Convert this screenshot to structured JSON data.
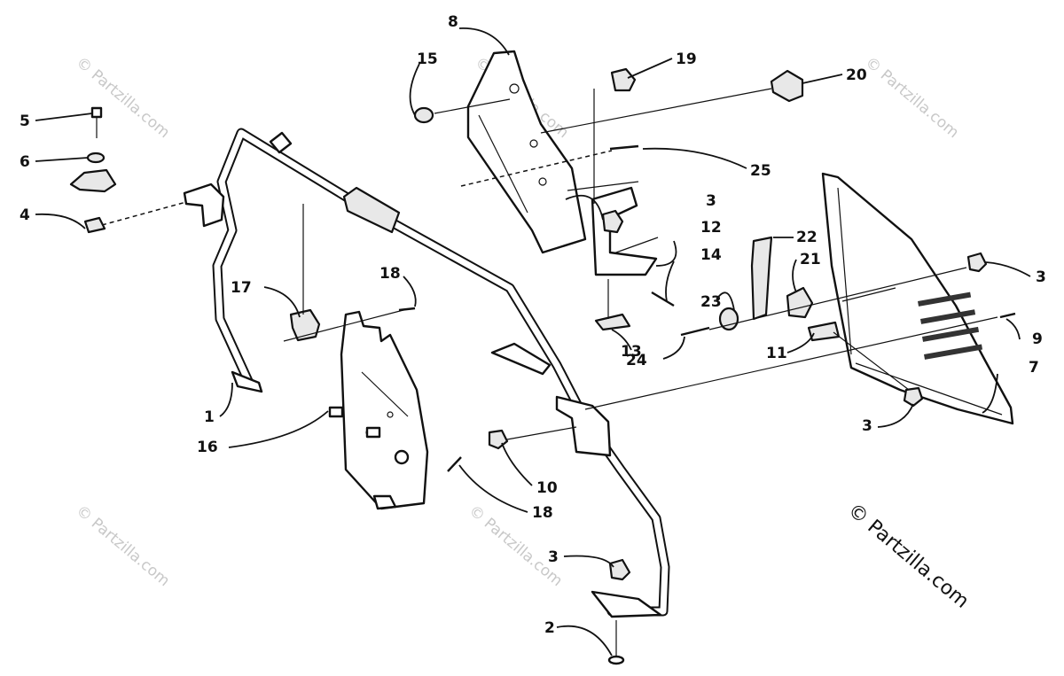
{
  "watermark": {
    "small_text": "© Partzilla.com",
    "large_text": "© Partzilla.com"
  },
  "callouts": [
    {
      "id": "c1",
      "label": "1"
    },
    {
      "id": "c2",
      "label": "2"
    },
    {
      "id": "c3a",
      "label": "3"
    },
    {
      "id": "c3b",
      "label": "3"
    },
    {
      "id": "c3c",
      "label": "3"
    },
    {
      "id": "c3d",
      "label": "3"
    },
    {
      "id": "c4",
      "label": "4"
    },
    {
      "id": "c5",
      "label": "5"
    },
    {
      "id": "c6",
      "label": "6"
    },
    {
      "id": "c7",
      "label": "7"
    },
    {
      "id": "c8",
      "label": "8"
    },
    {
      "id": "c9",
      "label": "9"
    },
    {
      "id": "c10",
      "label": "10"
    },
    {
      "id": "c11",
      "label": "11"
    },
    {
      "id": "c12",
      "label": "12"
    },
    {
      "id": "c13",
      "label": "13"
    },
    {
      "id": "c14",
      "label": "14"
    },
    {
      "id": "c15",
      "label": "15"
    },
    {
      "id": "c16",
      "label": "16"
    },
    {
      "id": "c17",
      "label": "17"
    },
    {
      "id": "c18a",
      "label": "18"
    },
    {
      "id": "c18b",
      "label": "18"
    },
    {
      "id": "c19",
      "label": "19"
    },
    {
      "id": "c20",
      "label": "20"
    },
    {
      "id": "c21",
      "label": "21"
    },
    {
      "id": "c22",
      "label": "22"
    },
    {
      "id": "c23",
      "label": "23"
    },
    {
      "id": "c24",
      "label": "24"
    },
    {
      "id": "c25",
      "label": "25"
    }
  ]
}
